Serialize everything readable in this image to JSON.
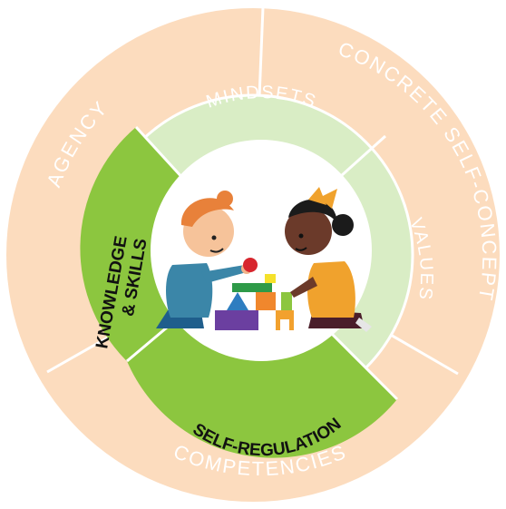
{
  "outer_ring": {
    "agency": "AGENCY",
    "concrete_self_concept": "CONCRETE SELF-CONCEPT",
    "competencies": "COMPETENCIES"
  },
  "middle_ring": {
    "mindsets": "MINDSETS",
    "values": "VALUES"
  },
  "inner_ring": {
    "knowledge_line1": "KNOWLEDGE",
    "knowledge_line2": "& SKILLS",
    "self_regulation": "SELF-REGULATION"
  },
  "colors": {
    "outer_ring": "#FCDCBE",
    "middle_ring": "#D9EDC5",
    "inner_ring": "#8CC63F",
    "center": "#FFFFFF",
    "divider": "#FFFFFF"
  },
  "illustration": {
    "description_icon": "children-playing-blocks-icon"
  }
}
